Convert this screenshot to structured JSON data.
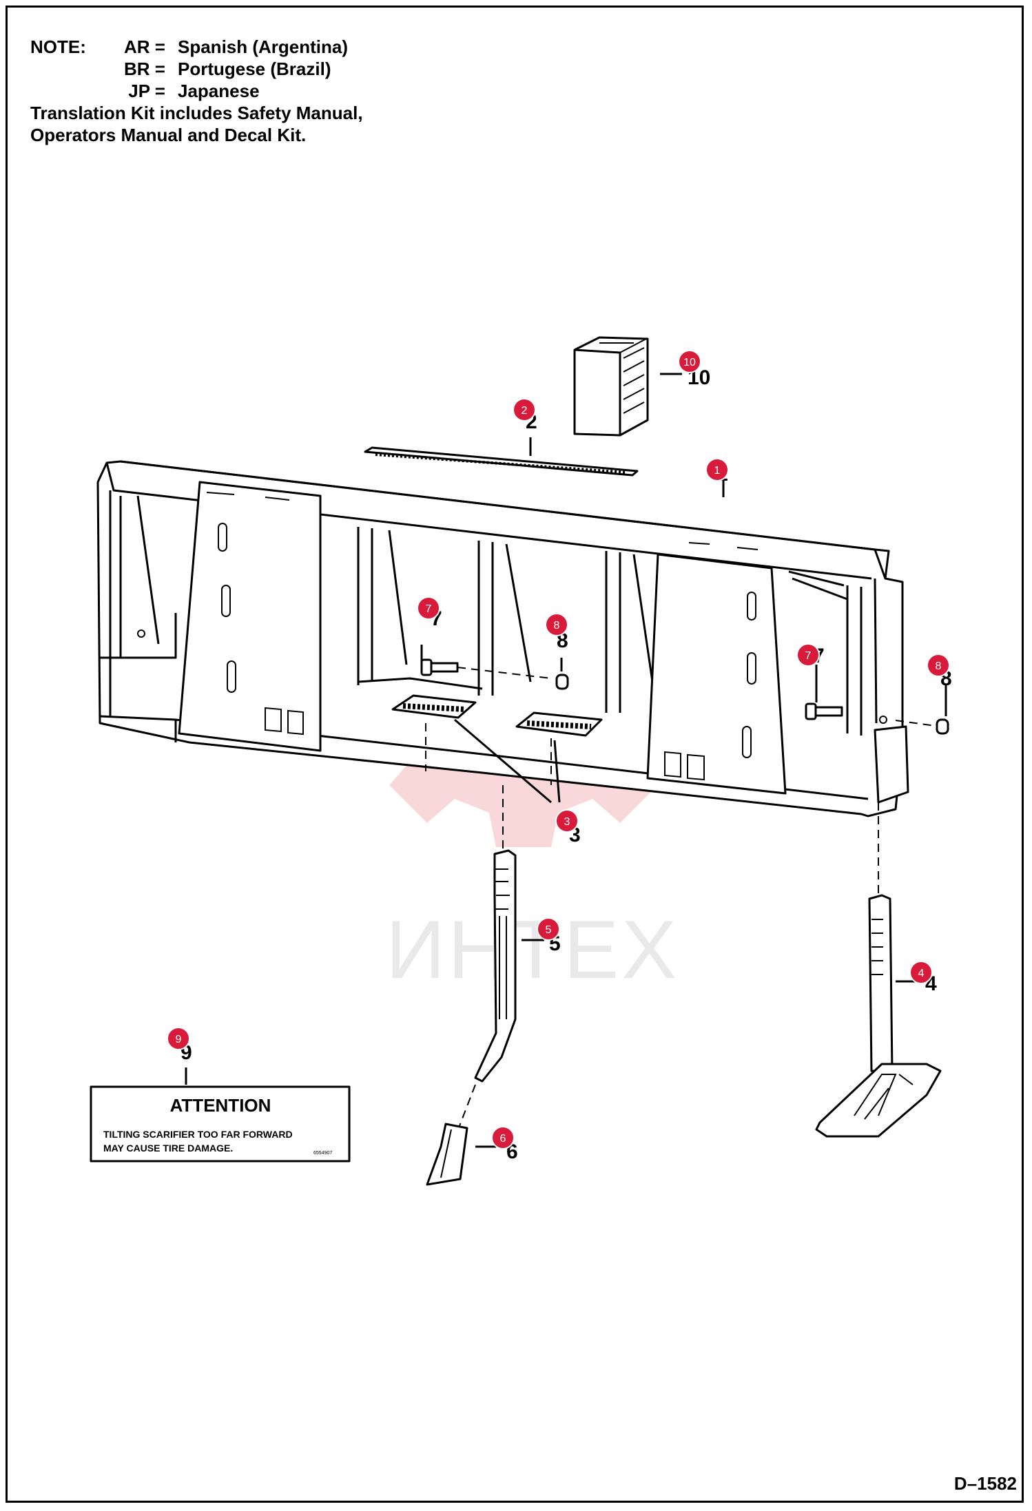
{
  "note": {
    "lines": [
      {
        "key": "NOTE:",
        "abbr": "AR =",
        "text": "Spanish (Argentina)"
      },
      {
        "key": "",
        "abbr": "BR =",
        "text": "Portugese (Brazil)"
      },
      {
        "key": "",
        "abbr": "JP =",
        "text": "Japanese"
      }
    ],
    "extra": [
      "Translation Kit includes Safety Manual,",
      "Operators Manual and Decal Kit."
    ]
  },
  "decal": {
    "title": "ATTENTION",
    "line1": "TILTING SCARIFIER TOO FAR FORWARD",
    "line2": "MAY CAUSE TIRE DAMAGE.",
    "code": "6554907"
  },
  "watermark": "ИНТЕХ",
  "figure_code": "D–1582",
  "callouts": [
    {
      "id": "c1",
      "label": "1",
      "number": "1"
    },
    {
      "id": "c2",
      "label": "2",
      "number": "2"
    },
    {
      "id": "c3",
      "label": "3",
      "number": "3"
    },
    {
      "id": "c4",
      "label": "4",
      "number": "4"
    },
    {
      "id": "c5",
      "label": "5",
      "number": "5"
    },
    {
      "id": "c6",
      "label": "6",
      "number": "6"
    },
    {
      "id": "c7a",
      "label": "7",
      "number": "7"
    },
    {
      "id": "c7b",
      "label": "7",
      "number": "7"
    },
    {
      "id": "c8a",
      "label": "8",
      "number": "8"
    },
    {
      "id": "c8b",
      "label": "8",
      "number": "8"
    },
    {
      "id": "c9",
      "label": "9",
      "number": "9"
    },
    {
      "id": "c10",
      "label": "10",
      "number": "10"
    }
  ],
  "colors": {
    "callout": "#d81b3a",
    "watermark": "#f2b8b8",
    "line": "#000000"
  }
}
